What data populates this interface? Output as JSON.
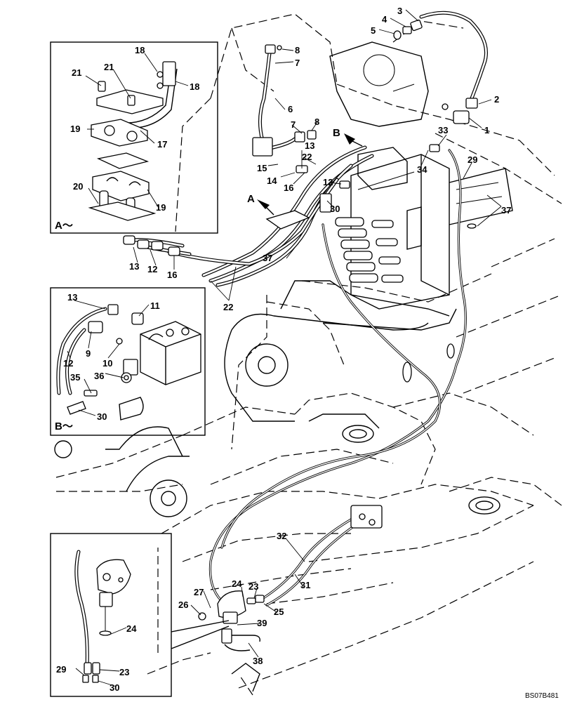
{
  "document_code": "BS07B481",
  "views": {
    "a_label": "A",
    "b_label": "B",
    "a_inset": "A～",
    "b_inset": "B～"
  },
  "callouts": [
    {
      "id": "c3",
      "text": "3"
    },
    {
      "id": "c4",
      "text": "4"
    },
    {
      "id": "c5",
      "text": "5"
    },
    {
      "id": "c2",
      "text": "2"
    },
    {
      "id": "c1",
      "text": "1"
    },
    {
      "id": "c33",
      "text": "33"
    },
    {
      "id": "c34",
      "text": "34"
    },
    {
      "id": "c29a",
      "text": "29"
    },
    {
      "id": "c37a",
      "text": "37"
    },
    {
      "id": "c8a",
      "text": "8"
    },
    {
      "id": "c7a",
      "text": "7"
    },
    {
      "id": "c6",
      "text": "6"
    },
    {
      "id": "c7b",
      "text": "7"
    },
    {
      "id": "c8b",
      "text": "8"
    },
    {
      "id": "c13a",
      "text": "13"
    },
    {
      "id": "c22a",
      "text": "22"
    },
    {
      "id": "c15",
      "text": "15"
    },
    {
      "id": "c14",
      "text": "14"
    },
    {
      "id": "c16a",
      "text": "16"
    },
    {
      "id": "c12a",
      "text": "12"
    },
    {
      "id": "c30a",
      "text": "30"
    },
    {
      "id": "c37b",
      "text": "37"
    },
    {
      "id": "c13b",
      "text": "13"
    },
    {
      "id": "c12b",
      "text": "12"
    },
    {
      "id": "c16b",
      "text": "16"
    },
    {
      "id": "c22b",
      "text": "22"
    },
    {
      "id": "c18a",
      "text": "18"
    },
    {
      "id": "c21a",
      "text": "21"
    },
    {
      "id": "c21b",
      "text": "21"
    },
    {
      "id": "c18b",
      "text": "18"
    },
    {
      "id": "c19a",
      "text": "19"
    },
    {
      "id": "c17",
      "text": "17"
    },
    {
      "id": "c20",
      "text": "20"
    },
    {
      "id": "c19b",
      "text": "19"
    },
    {
      "id": "c13c",
      "text": "13"
    },
    {
      "id": "c11",
      "text": "11"
    },
    {
      "id": "c9",
      "text": "9"
    },
    {
      "id": "c12c",
      "text": "12"
    },
    {
      "id": "c10",
      "text": "10"
    },
    {
      "id": "c35",
      "text": "35"
    },
    {
      "id": "c36",
      "text": "36"
    },
    {
      "id": "c30b",
      "text": "30"
    },
    {
      "id": "c32",
      "text": "32"
    },
    {
      "id": "c31",
      "text": "31"
    },
    {
      "id": "c24a",
      "text": "24"
    },
    {
      "id": "c23a",
      "text": "23"
    },
    {
      "id": "c27",
      "text": "27"
    },
    {
      "id": "c26",
      "text": "26"
    },
    {
      "id": "c25",
      "text": "25"
    },
    {
      "id": "c39",
      "text": "39"
    },
    {
      "id": "c38",
      "text": "38"
    },
    {
      "id": "c24b",
      "text": "24"
    },
    {
      "id": "c29b",
      "text": "29"
    },
    {
      "id": "c23b",
      "text": "23"
    },
    {
      "id": "c30c",
      "text": "30"
    }
  ]
}
